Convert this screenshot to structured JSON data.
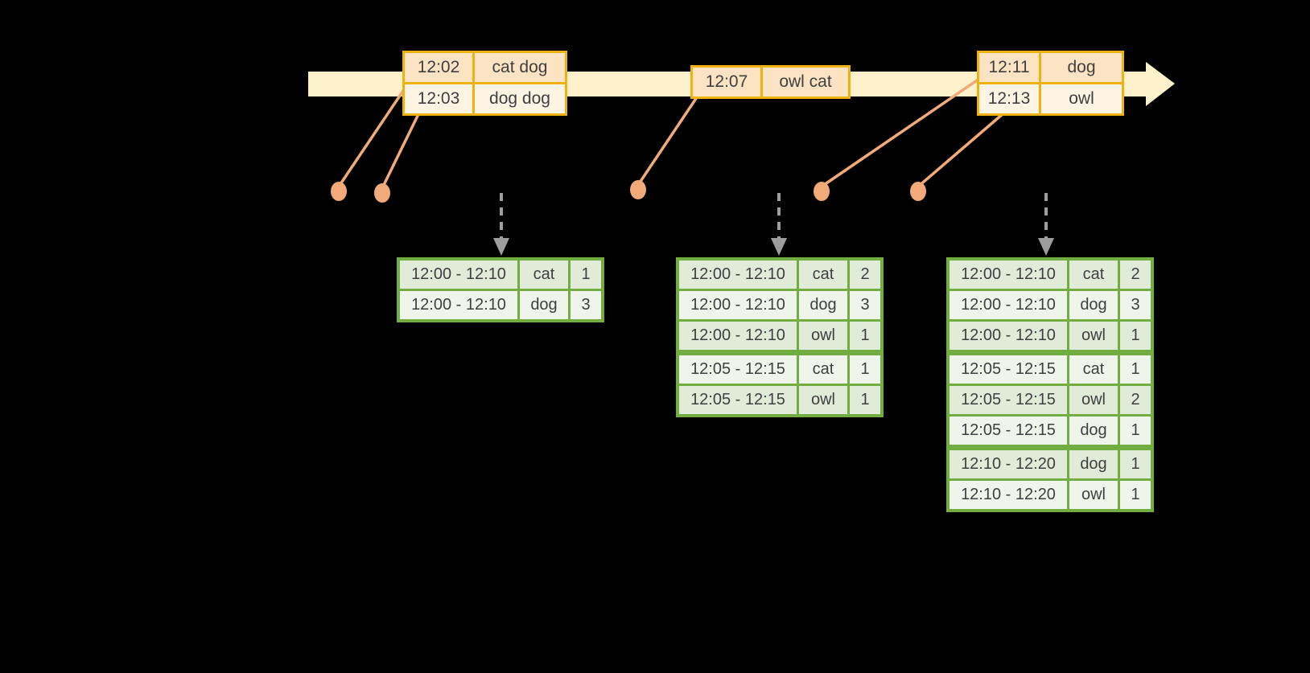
{
  "colors": {
    "background": "#000000",
    "timeline_band": "#fdf2cc",
    "event_table_border": "#eeb211",
    "event_row_dark": "#fbe3c3",
    "event_row_light": "#fdf4e4",
    "connector_and_dot": "#f2aa79",
    "trigger_arrow": "#9d9d9d",
    "result_table_border": "#72ad42",
    "result_row_dark": "#e1ecd8",
    "result_row_light": "#f0f5ec",
    "text": "#3f3f3f"
  },
  "event_tables": [
    {
      "rows": [
        {
          "time": "12:02",
          "words": "cat dog"
        },
        {
          "time": "12:03",
          "words": "dog dog"
        }
      ]
    },
    {
      "rows": [
        {
          "time": "12:07",
          "words": "owl cat"
        }
      ]
    },
    {
      "rows": [
        {
          "time": "12:11",
          "words": "dog"
        },
        {
          "time": "12:13",
          "words": "owl"
        }
      ]
    }
  ],
  "result_tables": [
    {
      "rows": [
        {
          "window": "12:00 - 12:10",
          "word": "cat",
          "count": "1"
        },
        {
          "window": "12:00 - 12:10",
          "word": "dog",
          "count": "3"
        }
      ]
    },
    {
      "rows": [
        {
          "window": "12:00 - 12:10",
          "word": "cat",
          "count": "2"
        },
        {
          "window": "12:00 - 12:10",
          "word": "dog",
          "count": "3"
        },
        {
          "window": "12:00 - 12:10",
          "word": "owl",
          "count": "1"
        },
        {
          "window": "12:05 - 12:15",
          "word": "cat",
          "count": "1"
        },
        {
          "window": "12:05 - 12:15",
          "word": "owl",
          "count": "1"
        }
      ]
    },
    {
      "rows": [
        {
          "window": "12:00 - 12:10",
          "word": "cat",
          "count": "2"
        },
        {
          "window": "12:00 - 12:10",
          "word": "dog",
          "count": "3"
        },
        {
          "window": "12:00 - 12:10",
          "word": "owl",
          "count": "1"
        },
        {
          "window": "12:05 - 12:15",
          "word": "cat",
          "count": "1"
        },
        {
          "window": "12:05 - 12:15",
          "word": "owl",
          "count": "2"
        },
        {
          "window": "12:05 - 12:15",
          "word": "dog",
          "count": "1"
        },
        {
          "window": "12:10 - 12:20",
          "word": "dog",
          "count": "1"
        },
        {
          "window": "12:10 - 12:20",
          "word": "owl",
          "count": "1"
        }
      ]
    }
  ]
}
